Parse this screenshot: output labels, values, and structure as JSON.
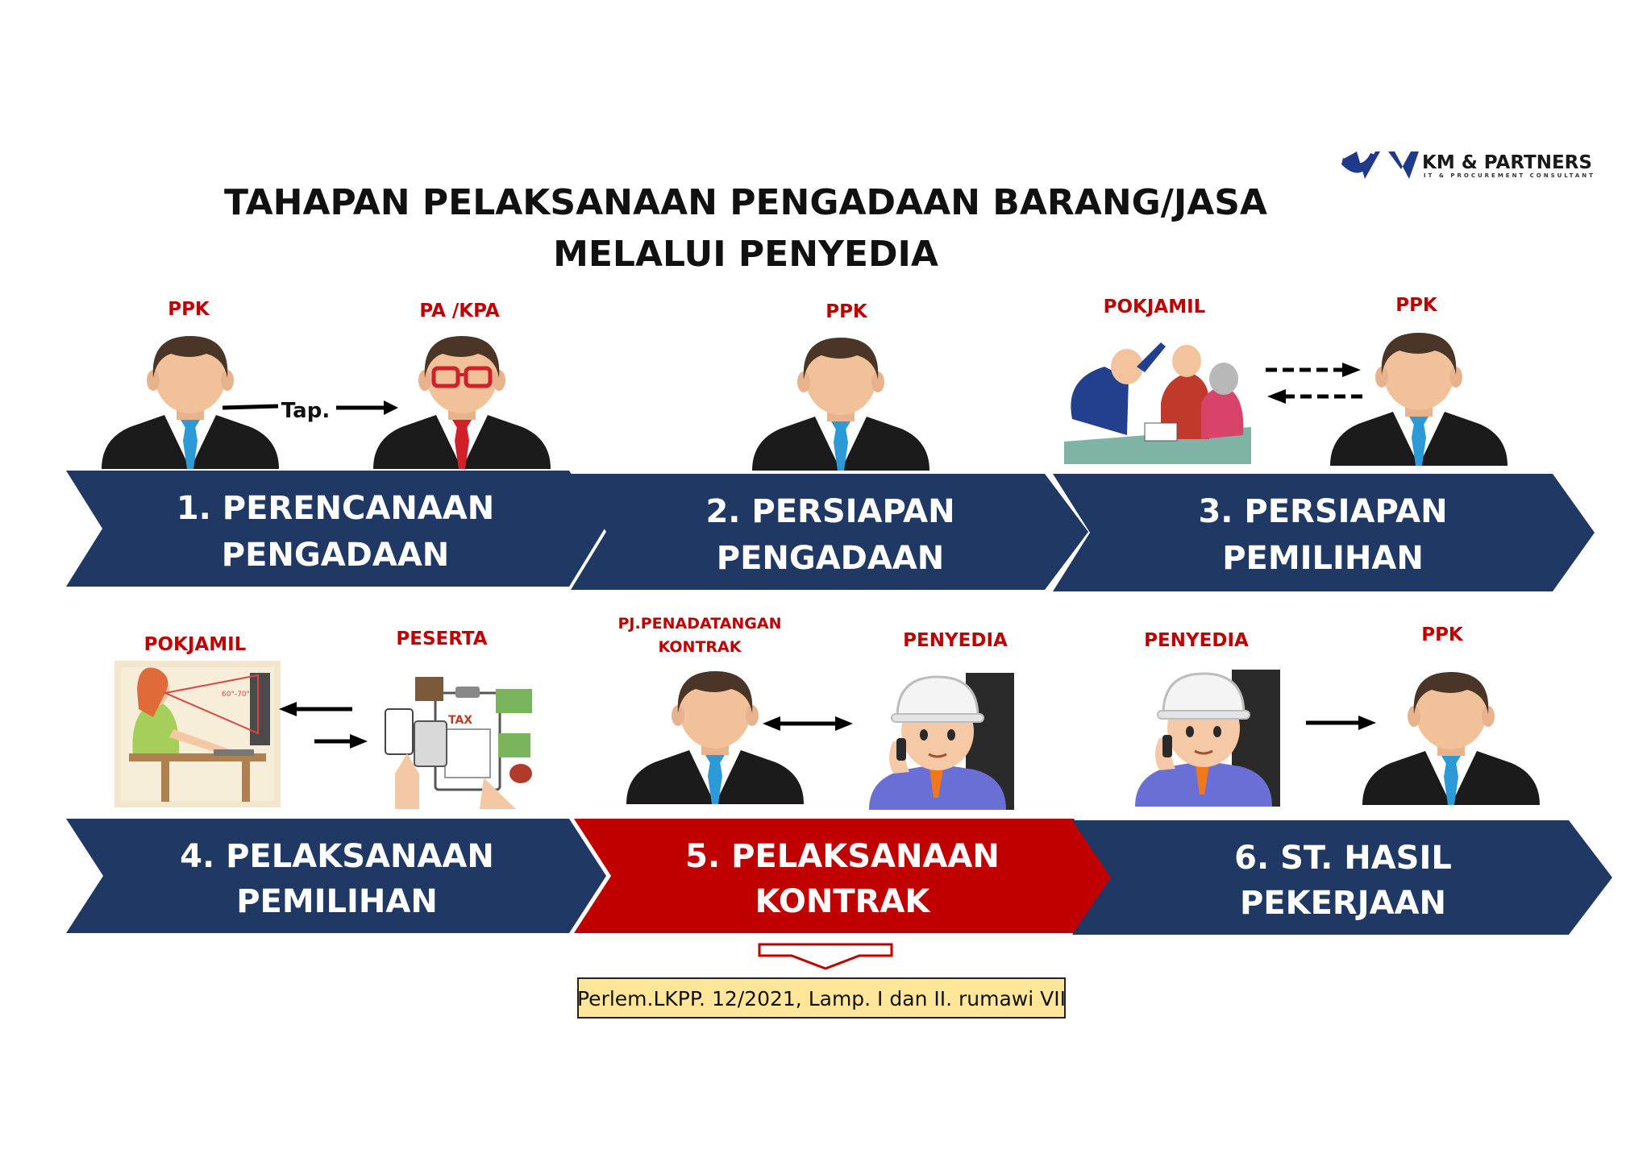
{
  "logo": {
    "name": "KM & PARTNERS",
    "tagline": "IT & PROCUREMENT CONSULTANT"
  },
  "title": {
    "line1": "TAHAPAN PELAKSANAAN PENGADAAN BARANG/JASA",
    "line2": "MELALUI PENYEDIA"
  },
  "colors": {
    "stage_blue": "#1f3864",
    "stage_red": "#c00000",
    "role_red": "#c00000",
    "note_yellow": "#ffe699"
  },
  "stages": [
    {
      "label1": "1. PERENCANAAN",
      "label2": "PENGADAAN",
      "roles": [
        "PPK",
        "PA /KPA"
      ],
      "arrow_text": "Tap."
    },
    {
      "label1": "2. PERSIAPAN",
      "label2": "PENGADAAN",
      "roles": [
        "PPK"
      ]
    },
    {
      "label1": "3. PERSIAPAN",
      "label2": "PEMILIHAN",
      "roles": [
        "POKJAMIL",
        "PPK"
      ]
    },
    {
      "label1": "4. PELAKSANAAN",
      "label2": "PEMILIHAN",
      "roles": [
        "POKJAMIL",
        "PESERTA"
      ]
    },
    {
      "label1": "5. PELAKSANAAN",
      "label2": "KONTRAK",
      "roles": [
        "PJ.PENADATANGAN",
        "KONTRAK",
        "PENYEDIA"
      ],
      "highlighted": true
    },
    {
      "label1": "6. ST. HASIL",
      "label2": "PEKERJAAN",
      "roles": [
        "PENYEDIA",
        "PPK"
      ]
    }
  ],
  "note": "Perlem.LKPP. 12/2021, Lamp. I dan II. rumawi VII"
}
